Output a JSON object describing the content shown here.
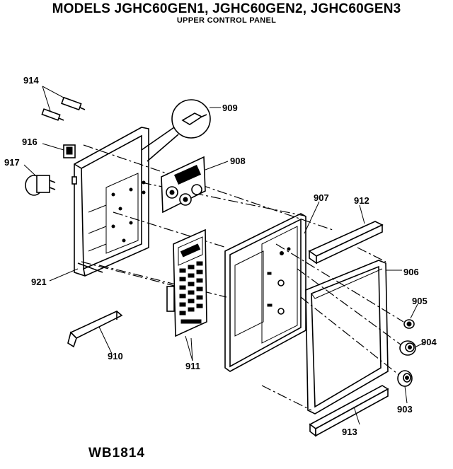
{
  "header": {
    "title": "MODELS JGHC60GEN1, JGHC60GEN2, JGHC60GEN3",
    "subtitle": "UPPER CONTROL PANEL"
  },
  "footer": {
    "code": "WB1814"
  },
  "parts": {
    "p903": "903",
    "p904": "904",
    "p905": "905",
    "p906": "906",
    "p907": "907",
    "p908": "908",
    "p909": "909",
    "p910": "910",
    "p911": "911",
    "p912": "912",
    "p913": "913",
    "p914": "914",
    "p916": "916",
    "p917": "917",
    "p921": "921"
  }
}
